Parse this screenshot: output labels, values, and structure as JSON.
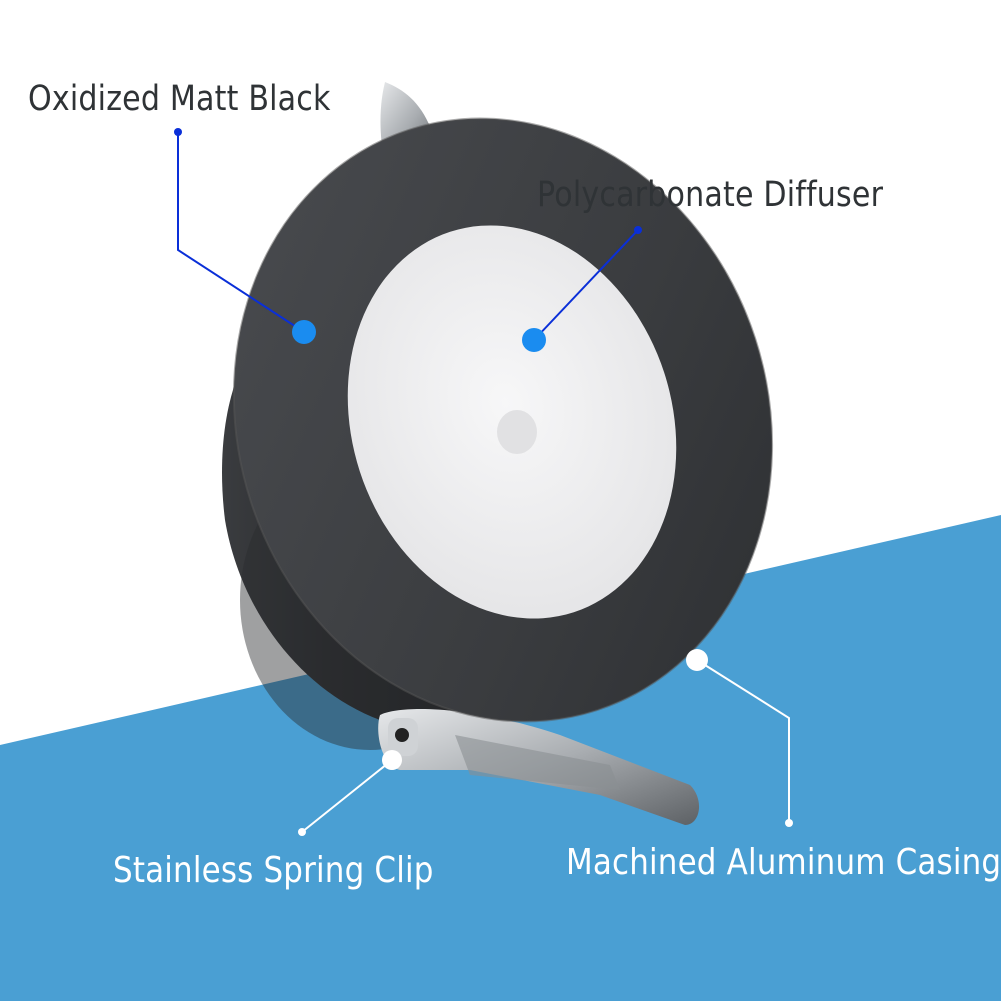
{
  "callouts": {
    "oxidized_matt_black": "Oxidized Matt Black",
    "polycarbonate_diffuser": "Polycarbonate Diffuser",
    "stainless_spring_clip": "Stainless Spring Clip",
    "machined_aluminum_casing": "Machined Aluminum Casing"
  },
  "colors": {
    "background_blue": "#4a9fd3",
    "callout_blue_dot": "#1a8cf0",
    "callout_blue_line": "#0a2fd8",
    "callout_white": "#ffffff",
    "trim_black": "#3d3f42",
    "diffuser_white": "#eeeeef",
    "label_dark": "#2f3336"
  }
}
